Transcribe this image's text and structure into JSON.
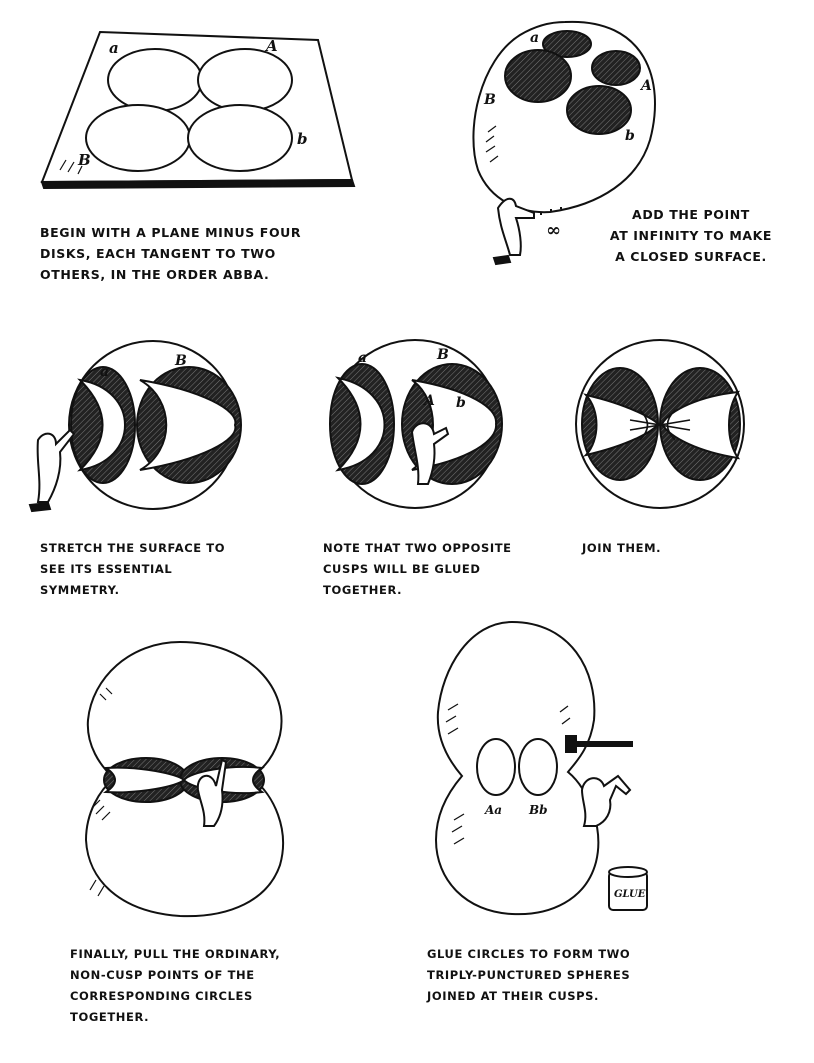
{
  "panel1": {
    "labels": {
      "a": "a",
      "A": "A",
      "B": "B",
      "b": "b"
    },
    "caption": [
      "BEGIN WITH A PLANE MINUS FOUR",
      "DISKS, EACH TANGENT TO TWO",
      "OTHERS, IN THE ORDER aBbA."
    ]
  },
  "panel2": {
    "labels": {
      "a": "a",
      "A": "A",
      "B": "B",
      "b": "b",
      "infinity": "∞"
    },
    "caption": [
      "ADD THE POINT",
      "AT INFINITY TO MAKE",
      "A CLOSED SURFACE."
    ]
  },
  "panel3": {
    "labels": {
      "a": "a",
      "B": "B"
    },
    "caption": [
      "STRETCH THE SURFACE TO",
      "SEE ITS ESSENTIAL",
      "SYMMETRY."
    ]
  },
  "panel4": {
    "labels": {
      "a": "a",
      "B": "B",
      "A": "A",
      "b": "b"
    },
    "caption": [
      "NOTE THAT TWO OPPOSITE",
      "CUSPS WILL BE GLUED",
      "TOGETHER."
    ]
  },
  "panel5": {
    "caption": [
      "JOIN THEM."
    ]
  },
  "panel6": {
    "caption": [
      "FINALLY, PULL THE ORDINARY,",
      "NON-CUSP POINTS OF THE",
      "CORRESPONDING CIRCLES",
      "TOGETHER."
    ]
  },
  "panel7": {
    "labels": {
      "Aa": "Aa",
      "Bb": "Bb",
      "glue": "GLUE"
    },
    "caption": [
      "GLUE CIRCLES TO FORM TWO",
      "TRIPLY-PUNCTURED SPHERES",
      "JOINED AT THEIR CUSPS."
    ]
  }
}
